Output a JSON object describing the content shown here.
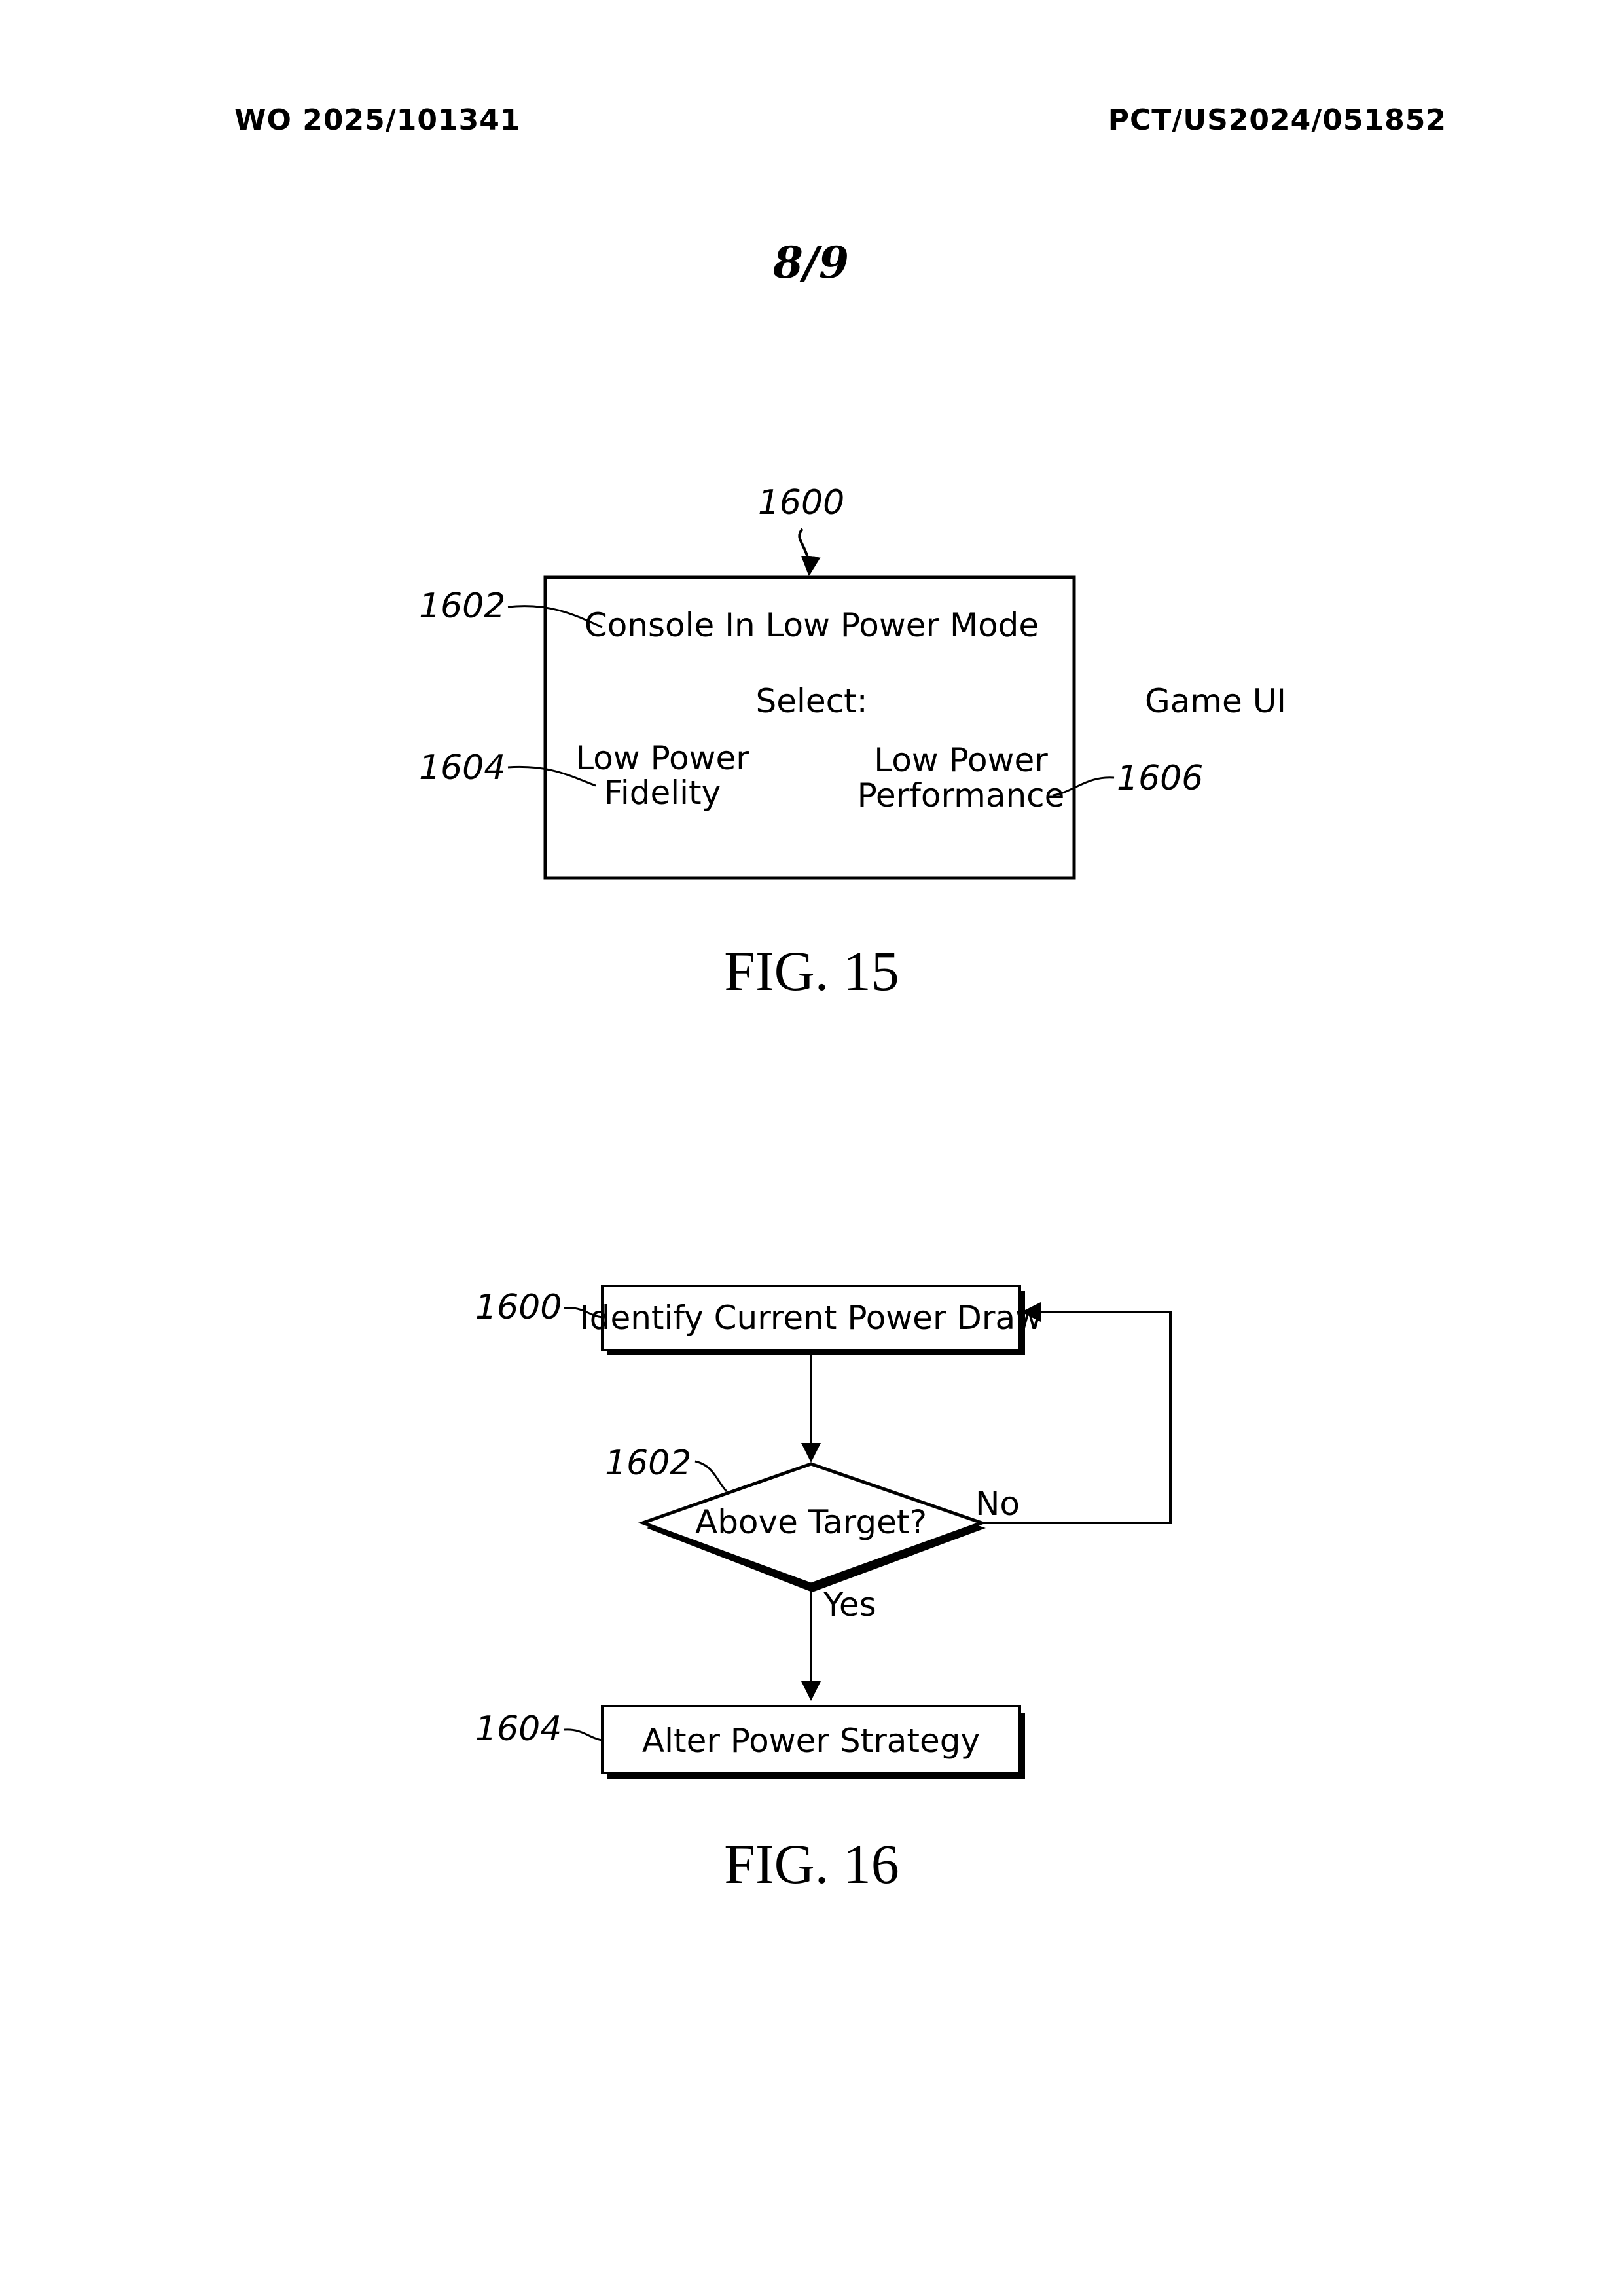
{
  "header": {
    "publication_number": "WO 2025/101341",
    "application_number": "PCT/US2024/051852",
    "sheet": "8/9"
  },
  "fig15": {
    "caption": "FIG. 15",
    "ref_screen": "1600",
    "ref_title": "1602",
    "ref_left_option": "1604",
    "ref_right_option": "1606",
    "title": "Console In Low Power Mode",
    "prompt": "Select:",
    "side_label": "Game UI",
    "option_left": [
      "Low Power",
      "Fidelity"
    ],
    "option_right": [
      "Low Power",
      "Performance"
    ]
  },
  "fig16": {
    "caption": "FIG. 16",
    "ref_step1": "1600",
    "ref_decision": "1602",
    "ref_step2": "1604",
    "step1": "Identify Current Power Draw",
    "decision": "Above Target?",
    "no_label": "No",
    "yes_label": "Yes",
    "step2": "Alter Power Strategy"
  }
}
